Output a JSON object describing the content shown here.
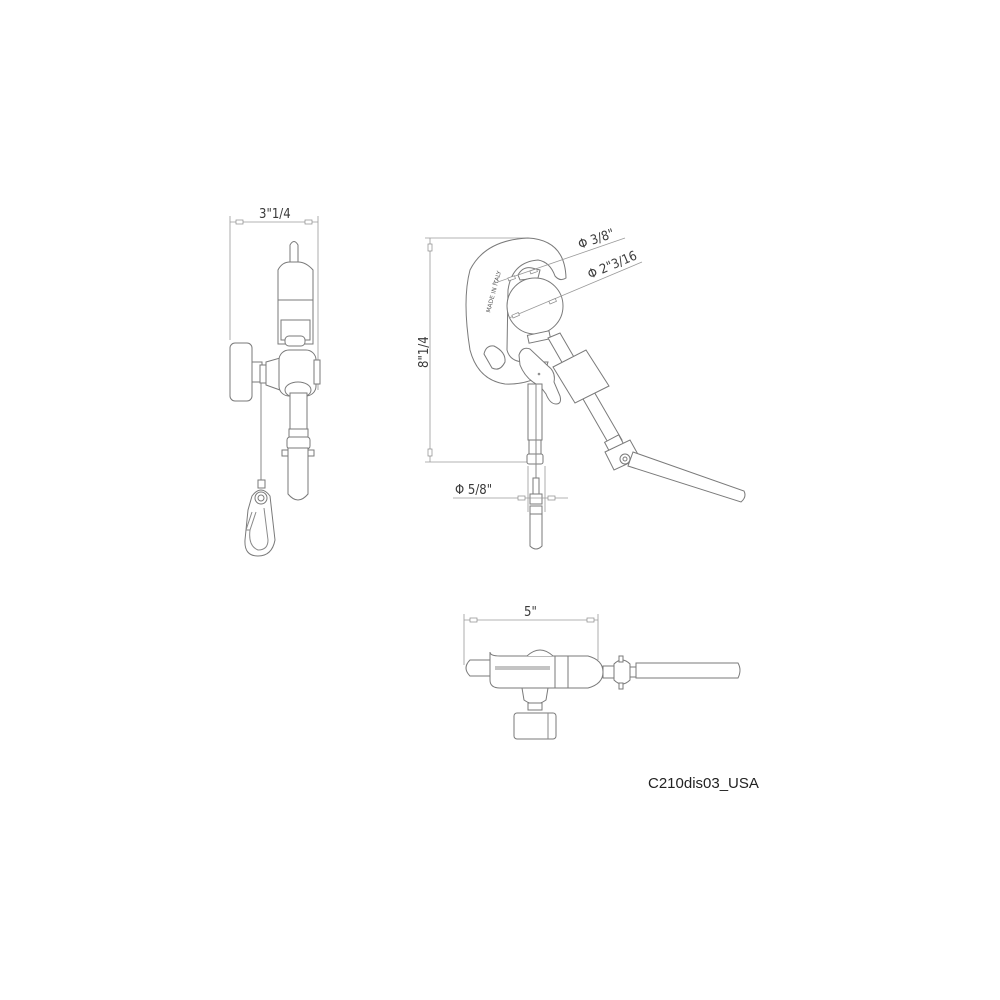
{
  "drawing": {
    "code": "C210dis03_USA",
    "side_view": {
      "width_label": "3\"1/4"
    },
    "front_view": {
      "height_label": "8\"1/4",
      "pin_diameter_label": "Φ 3/8\"",
      "jaw_diameter_label": "Φ 2\"3/16",
      "spigot_diameter_label": "Φ 5/8\"",
      "engraving": "MADE IN ITALY"
    },
    "top_view": {
      "length_label": "5\""
    },
    "colors": {
      "line": "#8a8a8a",
      "text": "#3a3a3a",
      "background": "#ffffff"
    }
  }
}
